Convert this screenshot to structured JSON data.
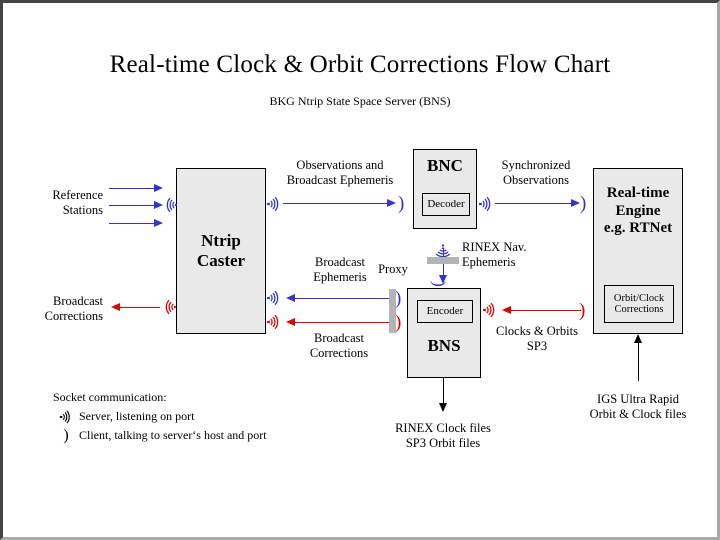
{
  "title": "Real-time Clock & Orbit Corrections Flow Chart",
  "subtitle": "BKG Ntrip State Space Server  (BNS)",
  "boxes": {
    "ntrip_caster": {
      "line1": "Ntrip",
      "line2": "Caster"
    },
    "bnc": {
      "title": "BNC",
      "sub": "Decoder"
    },
    "bns": {
      "title": "BNS",
      "sub": "Encoder"
    },
    "rt_engine": {
      "line1": "Real-time",
      "line2": "Engine",
      "line3": "e.g. RTNet",
      "sub_line1": "Orbit/Clock",
      "sub_line2": "Corrections"
    }
  },
  "labels": {
    "reference_stations_l1": "Reference",
    "reference_stations_l2": "Stations",
    "broadcast_corrections_left_l1": "Broadcast",
    "broadcast_corrections_left_l2": "Corrections",
    "observations_l1": "Observations and",
    "observations_l2": "Broadcast Ephemeris",
    "synchronized_l1": "Synchronized",
    "synchronized_l2": "Observations",
    "broadcast_ephemeris_l1": "Broadcast",
    "broadcast_ephemeris_l2": "Ephemeris",
    "broadcast_corrections_mid_l1": "Broadcast",
    "broadcast_corrections_mid_l2": "Corrections",
    "proxy": "Proxy",
    "rinex_nav_l1": "RINEX Nav.",
    "rinex_nav_l2": "Ephemeris",
    "clocks_orbits_l1": "Clocks & Orbits",
    "clocks_orbits_l2": "SP3",
    "rinex_clock_files_l1": "RINEX Clock files",
    "rinex_clock_files_l2": "SP3 Orbit files",
    "igs_l1": "IGS Ultra Rapid",
    "igs_l2": "Orbit & Clock files"
  },
  "legend": {
    "title": "Socket communication:",
    "server_text": "Server, listening on port",
    "client_text": "Client, talking to server‘s host and port",
    "server_icon": "antenna-socket-icon",
    "client_icon": "client-paren-icon"
  },
  "colors": {
    "blue": "#3333cc",
    "red": "#e00000",
    "black": "#000000",
    "box_fill": "#e9e9e9",
    "proxy_gray": "#b4b4b4",
    "frame_dark": "#444444",
    "frame_light": "#aaaaaa"
  }
}
